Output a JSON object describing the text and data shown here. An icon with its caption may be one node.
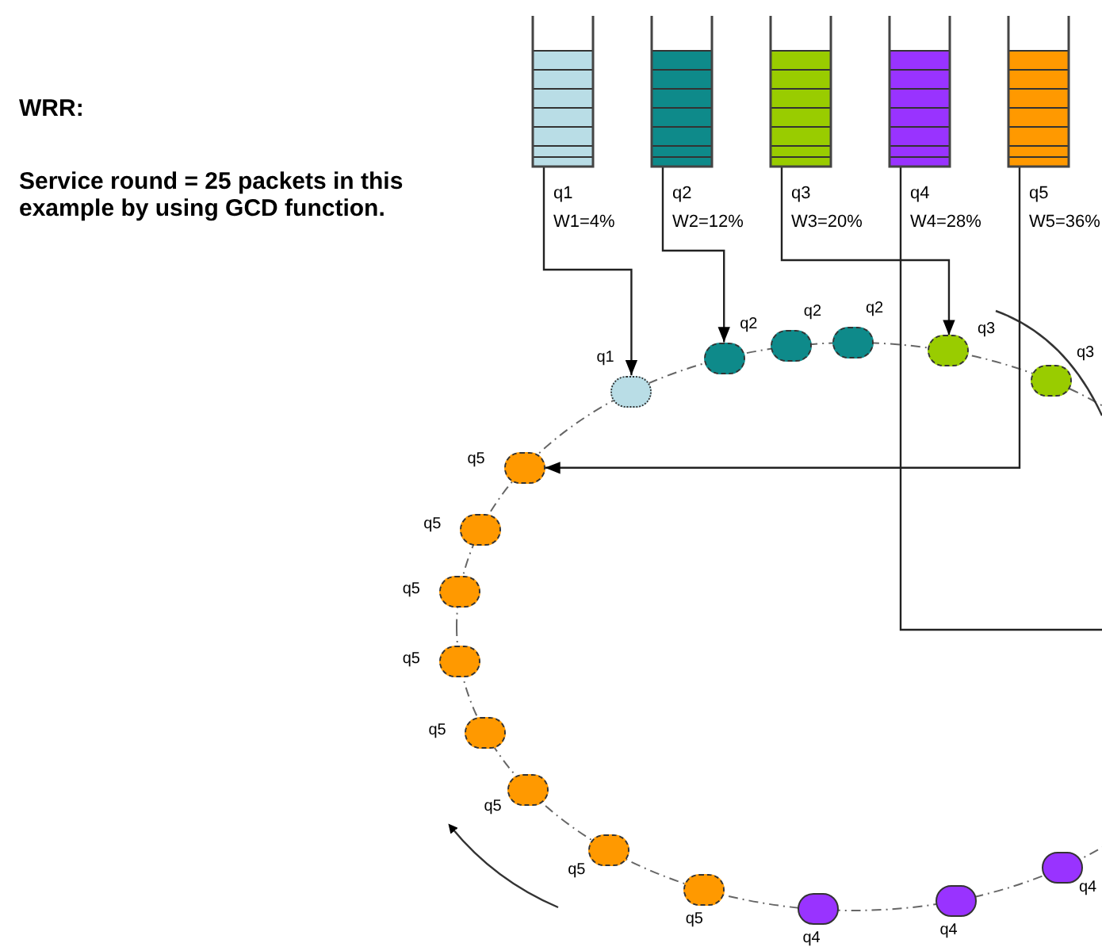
{
  "diagram": {
    "nodes": [
      {
        "text": [
          "q1",
          "W1=4%"
        ]
      },
      {
        "text": [
          "q2",
          "W2=12%"
        ]
      },
      {
        "text": [
          "q3",
          "W3=20%"
        ]
      },
      {
        "text": [
          "q4",
          "W4=28%"
        ]
      },
      {
        "text": [
          "q5",
          "W5=36%"
        ]
      },
      {
        "text": [
          "q1"
        ]
      },
      {
        "text": [
          "q2"
        ]
      },
      {
        "text": [
          "q2"
        ]
      },
      {
        "text": [
          "q2"
        ]
      },
      {
        "text": [
          "q3"
        ]
      },
      {
        "text": [
          "q3"
        ]
      },
      {
        "text": [
          "q5"
        ]
      },
      {
        "text": [
          "q5"
        ]
      },
      {
        "text": [
          "q5"
        ]
      },
      {
        "text": [
          "q5"
        ]
      },
      {
        "text": [
          "q5"
        ]
      },
      {
        "text": [
          "q5"
        ]
      },
      {
        "text": [
          "q5"
        ]
      },
      {
        "text": [
          "q5"
        ]
      },
      {
        "text": [
          "q4"
        ]
      },
      {
        "text": [
          "q4"
        ]
      },
      {
        "text": [
          "q4"
        ]
      }
    ],
    "edges": [
      {
        "from": 0,
        "to": 5,
        "arrow": "to"
      },
      {
        "from": 1,
        "to": 6,
        "arrow": "to"
      },
      {
        "from": 2,
        "to": 9,
        "arrow": "to"
      },
      {
        "from": 4,
        "to": 11,
        "arrow": "to"
      },
      {
        "from": 3,
        "to": null,
        "arrow": "none"
      }
    ],
    "labels": [
      "WRR:",
      "Service round = 25 packets in this example by using GCD function."
    ]
  }
}
